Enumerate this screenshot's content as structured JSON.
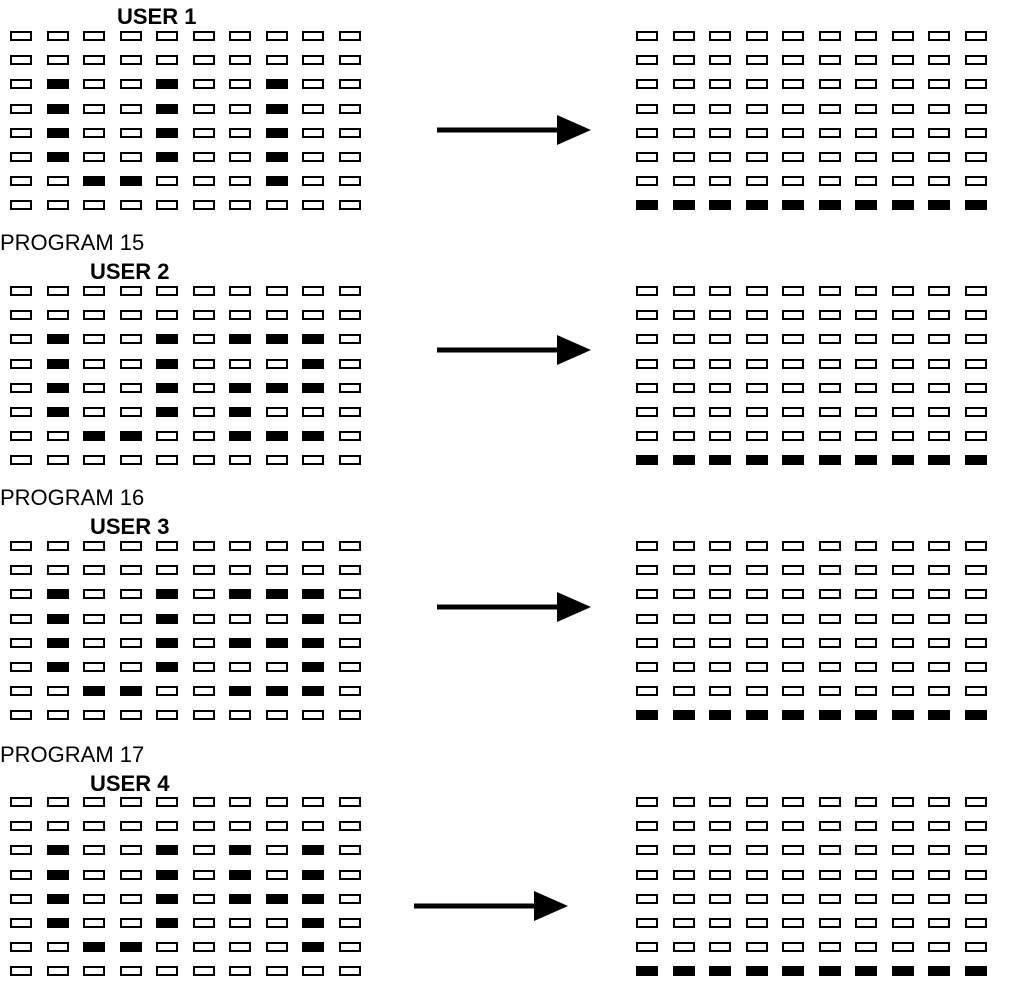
{
  "blocks": [
    {
      "program_label": "",
      "user_label": "USER 1",
      "before": [
        [
          0,
          0,
          0,
          0,
          0,
          0,
          0,
          0,
          0,
          0
        ],
        [
          0,
          0,
          0,
          0,
          0,
          0,
          0,
          0,
          0,
          0
        ],
        [
          0,
          1,
          0,
          0,
          1,
          0,
          0,
          1,
          0,
          0
        ],
        [
          0,
          1,
          0,
          0,
          1,
          0,
          0,
          1,
          0,
          0
        ],
        [
          0,
          1,
          0,
          0,
          1,
          0,
          0,
          1,
          0,
          0
        ],
        [
          0,
          1,
          0,
          0,
          1,
          0,
          0,
          1,
          0,
          0
        ],
        [
          0,
          0,
          1,
          1,
          0,
          0,
          0,
          1,
          0,
          0
        ],
        [
          0,
          0,
          0,
          0,
          0,
          0,
          0,
          0,
          0,
          0
        ]
      ],
      "after": [
        [
          0,
          0,
          0,
          0,
          0,
          0,
          0,
          0,
          0,
          0
        ],
        [
          0,
          0,
          0,
          0,
          0,
          0,
          0,
          0,
          0,
          0
        ],
        [
          0,
          0,
          0,
          0,
          0,
          0,
          0,
          0,
          0,
          0
        ],
        [
          0,
          0,
          0,
          0,
          0,
          0,
          0,
          0,
          0,
          0
        ],
        [
          0,
          0,
          0,
          0,
          0,
          0,
          0,
          0,
          0,
          0
        ],
        [
          0,
          0,
          0,
          0,
          0,
          0,
          0,
          0,
          0,
          0
        ],
        [
          0,
          0,
          0,
          0,
          0,
          0,
          0,
          0,
          0,
          0
        ],
        [
          1,
          1,
          1,
          1,
          1,
          1,
          1,
          1,
          1,
          1
        ]
      ]
    },
    {
      "program_label": "PROGRAM 15",
      "user_label": "USER 2",
      "before": [
        [
          0,
          0,
          0,
          0,
          0,
          0,
          0,
          0,
          0,
          0
        ],
        [
          0,
          0,
          0,
          0,
          0,
          0,
          0,
          0,
          0,
          0
        ],
        [
          0,
          1,
          0,
          0,
          1,
          0,
          1,
          1,
          1,
          0
        ],
        [
          0,
          1,
          0,
          0,
          1,
          0,
          0,
          0,
          1,
          0
        ],
        [
          0,
          1,
          0,
          0,
          1,
          0,
          1,
          1,
          1,
          0
        ],
        [
          0,
          1,
          0,
          0,
          1,
          0,
          1,
          0,
          0,
          0
        ],
        [
          0,
          0,
          1,
          1,
          0,
          0,
          1,
          1,
          1,
          0
        ],
        [
          0,
          0,
          0,
          0,
          0,
          0,
          0,
          0,
          0,
          0
        ]
      ],
      "after": [
        [
          0,
          0,
          0,
          0,
          0,
          0,
          0,
          0,
          0,
          0
        ],
        [
          0,
          0,
          0,
          0,
          0,
          0,
          0,
          0,
          0,
          0
        ],
        [
          0,
          0,
          0,
          0,
          0,
          0,
          0,
          0,
          0,
          0
        ],
        [
          0,
          0,
          0,
          0,
          0,
          0,
          0,
          0,
          0,
          0
        ],
        [
          0,
          0,
          0,
          0,
          0,
          0,
          0,
          0,
          0,
          0
        ],
        [
          0,
          0,
          0,
          0,
          0,
          0,
          0,
          0,
          0,
          0
        ],
        [
          0,
          0,
          0,
          0,
          0,
          0,
          0,
          0,
          0,
          0
        ],
        [
          1,
          1,
          1,
          1,
          1,
          1,
          1,
          1,
          1,
          1
        ]
      ]
    },
    {
      "program_label": "PROGRAM 16",
      "user_label": "USER 3",
      "before": [
        [
          0,
          0,
          0,
          0,
          0,
          0,
          0,
          0,
          0,
          0
        ],
        [
          0,
          0,
          0,
          0,
          0,
          0,
          0,
          0,
          0,
          0
        ],
        [
          0,
          1,
          0,
          0,
          1,
          0,
          1,
          1,
          1,
          0
        ],
        [
          0,
          1,
          0,
          0,
          1,
          0,
          0,
          0,
          1,
          0
        ],
        [
          0,
          1,
          0,
          0,
          1,
          0,
          1,
          1,
          1,
          0
        ],
        [
          0,
          1,
          0,
          0,
          1,
          0,
          0,
          0,
          1,
          0
        ],
        [
          0,
          0,
          1,
          1,
          0,
          0,
          1,
          1,
          1,
          0
        ],
        [
          0,
          0,
          0,
          0,
          0,
          0,
          0,
          0,
          0,
          0
        ]
      ],
      "after": [
        [
          0,
          0,
          0,
          0,
          0,
          0,
          0,
          0,
          0,
          0
        ],
        [
          0,
          0,
          0,
          0,
          0,
          0,
          0,
          0,
          0,
          0
        ],
        [
          0,
          0,
          0,
          0,
          0,
          0,
          0,
          0,
          0,
          0
        ],
        [
          0,
          0,
          0,
          0,
          0,
          0,
          0,
          0,
          0,
          0
        ],
        [
          0,
          0,
          0,
          0,
          0,
          0,
          0,
          0,
          0,
          0
        ],
        [
          0,
          0,
          0,
          0,
          0,
          0,
          0,
          0,
          0,
          0
        ],
        [
          0,
          0,
          0,
          0,
          0,
          0,
          0,
          0,
          0,
          0
        ],
        [
          1,
          1,
          1,
          1,
          1,
          1,
          1,
          1,
          1,
          1
        ]
      ]
    },
    {
      "program_label": "PROGRAM 17",
      "user_label": "USER 4",
      "before": [
        [
          0,
          0,
          0,
          0,
          0,
          0,
          0,
          0,
          0,
          0
        ],
        [
          0,
          0,
          0,
          0,
          0,
          0,
          0,
          0,
          0,
          0
        ],
        [
          0,
          1,
          0,
          0,
          1,
          0,
          1,
          0,
          1,
          0
        ],
        [
          0,
          1,
          0,
          0,
          1,
          0,
          1,
          0,
          1,
          0
        ],
        [
          0,
          1,
          0,
          0,
          1,
          0,
          1,
          1,
          1,
          0
        ],
        [
          0,
          1,
          0,
          0,
          1,
          0,
          0,
          0,
          1,
          0
        ],
        [
          0,
          0,
          1,
          1,
          0,
          0,
          0,
          0,
          1,
          0
        ],
        [
          0,
          0,
          0,
          0,
          0,
          0,
          0,
          0,
          0,
          0
        ]
      ],
      "after": [
        [
          0,
          0,
          0,
          0,
          0,
          0,
          0,
          0,
          0,
          0
        ],
        [
          0,
          0,
          0,
          0,
          0,
          0,
          0,
          0,
          0,
          0
        ],
        [
          0,
          0,
          0,
          0,
          0,
          0,
          0,
          0,
          0,
          0
        ],
        [
          0,
          0,
          0,
          0,
          0,
          0,
          0,
          0,
          0,
          0
        ],
        [
          0,
          0,
          0,
          0,
          0,
          0,
          0,
          0,
          0,
          0
        ],
        [
          0,
          0,
          0,
          0,
          0,
          0,
          0,
          0,
          0,
          0
        ],
        [
          0,
          0,
          0,
          0,
          0,
          0,
          0,
          0,
          0,
          0
        ],
        [
          1,
          1,
          1,
          1,
          1,
          1,
          1,
          1,
          1,
          1
        ]
      ]
    }
  ]
}
